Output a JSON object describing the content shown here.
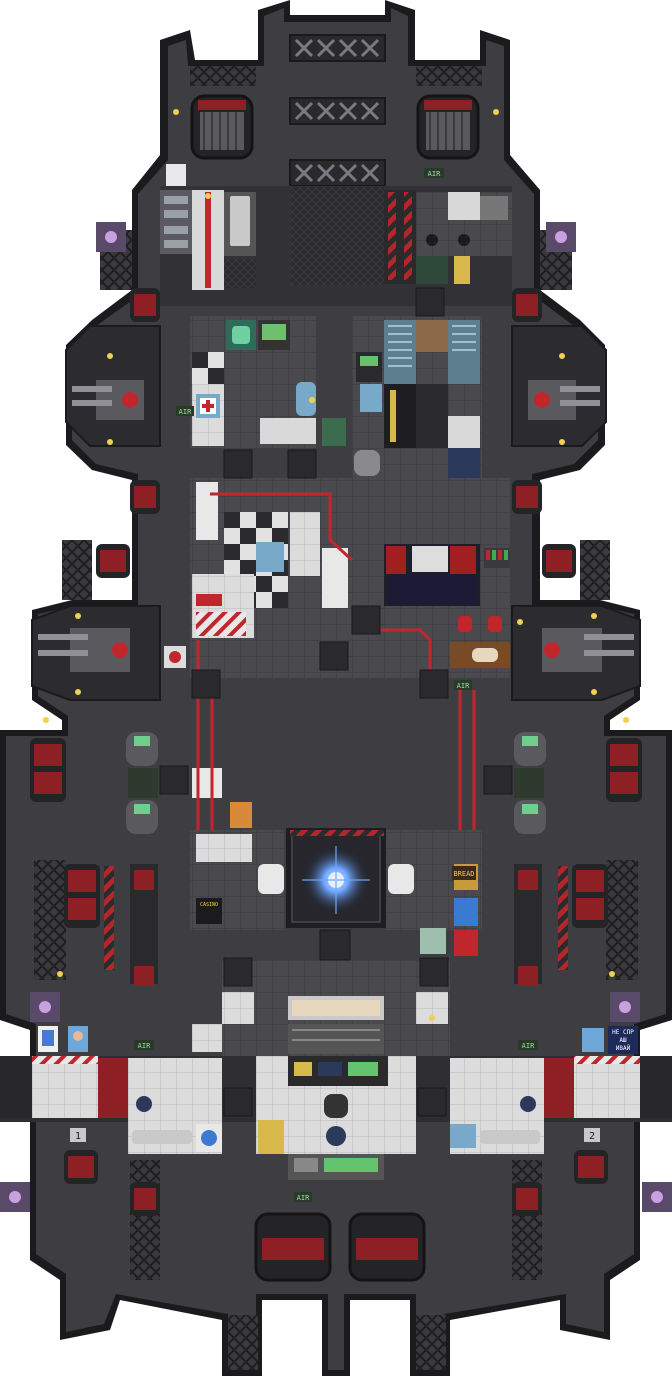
{
  "signs": {
    "air_1": "AIR",
    "air_2": "AIR",
    "air_3": "AIR",
    "air_4": "AIR",
    "air_5": "AIR",
    "air_6": "AIR",
    "bread": "BREAD",
    "casino": "CASINO",
    "dock_1": "1",
    "dock_2": "2",
    "notice_line1": "НЕ СПР",
    "notice_line2": "АШ",
    "notice_line3": "ИВАЙ"
  },
  "palette": {
    "space": "#ffffff",
    "hull": "#3e3e42",
    "hull_edge": "#1b1b1d",
    "floor": "#4a4a4e",
    "floor_dark": "#2c2c30",
    "tile_white": "#dcdcdc",
    "accent_red": "#c0262c",
    "accent_green": "#3fae49",
    "engine_red": "#8e1f24",
    "light_yellow": "#f0d050",
    "glass": "#79a9c9",
    "core_blue": "#6fa8ff"
  }
}
